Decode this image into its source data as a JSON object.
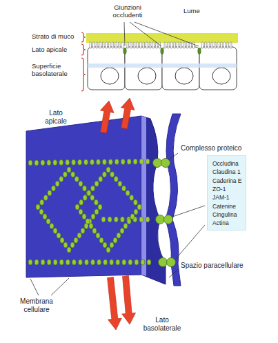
{
  "diagram": {
    "nodes": [
      {
        "text": [
          "Complesso proteico",
          "Occludina",
          "Claudina 1",
          "Caderina E",
          "ZO-1",
          "JAM-1",
          "Catenine",
          "Cingulina",
          "Actina"
        ]
      }
    ],
    "labels": [
      "Giunzioni occludenti",
      "Lume",
      "Strato di muco",
      "Lato apicale",
      "Superficie basolaterale",
      "Lato apicale",
      "Spazio paracellulare",
      "Membrana cellulare",
      "Lato basolaterale"
    ]
  }
}
